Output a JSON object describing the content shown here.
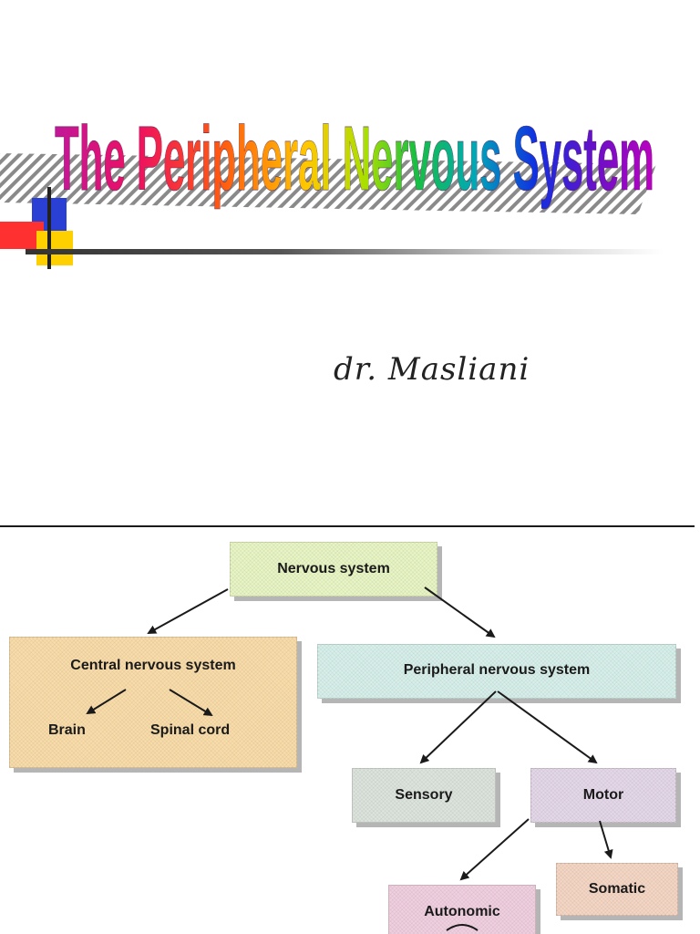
{
  "slide1": {
    "title": "The Peripheral Nervous System",
    "author": "dr. Masliani"
  },
  "diagram": {
    "nodes": {
      "nervous_system": "Nervous system",
      "central": "Central nervous system",
      "brain": "Brain",
      "spinal_cord": "Spinal cord",
      "peripheral": "Peripheral nervous system",
      "sensory": "Sensory",
      "motor": "Motor",
      "somatic": "Somatic",
      "autonomic": "Autonomic"
    },
    "colors": {
      "nervous_system": "#e8f5c4",
      "central": "#f9dcaa",
      "peripheral": "#d7efea",
      "sensory": "#dde3dd",
      "motor": "#e4d8e8",
      "somatic": "#f5d6c4",
      "autonomic": "#f0d0e0"
    }
  }
}
